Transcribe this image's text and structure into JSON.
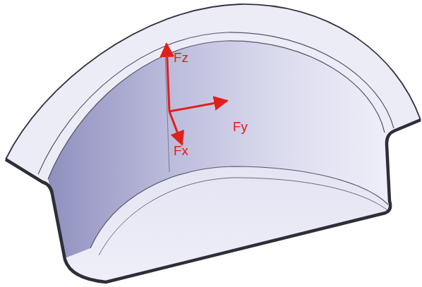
{
  "diagram": {
    "labels": [
      "Fz",
      "Fy",
      "Fx"
    ]
  }
}
